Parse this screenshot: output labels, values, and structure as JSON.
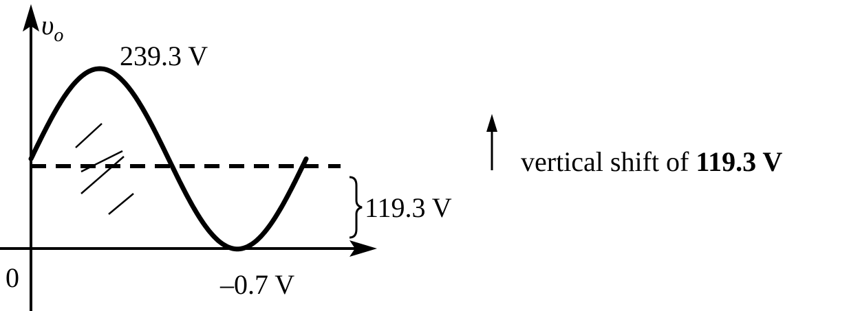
{
  "axes": {
    "y_symbol": "υ",
    "y_subscript": "o",
    "origin_label": "0"
  },
  "annotations": {
    "peak": "239.3 V",
    "trough": "–0.7 V",
    "offset": "119.3 V"
  },
  "note": {
    "prefix": "vertical shift of ",
    "value": "119.3 V"
  },
  "waveform": {
    "shape": "sine",
    "peak_volts": 239.3,
    "trough_volts": -0.7,
    "dc_level_volts": 119.3
  }
}
